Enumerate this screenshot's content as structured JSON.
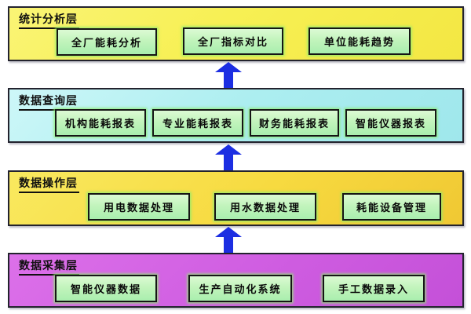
{
  "diagram": {
    "layers": [
      {
        "title": "统计分析层",
        "color": "#f7f054",
        "boxes": [
          "全厂能耗分析",
          "全厂指标对比",
          "单位能耗趋势"
        ]
      },
      {
        "title": "数据查询层",
        "color": "#aceef0",
        "boxes": [
          "机构能耗报表",
          "专业能耗报表",
          "财务能耗报表",
          "智能仪器报表"
        ]
      },
      {
        "title": "数据操作层",
        "color": "#f7da40",
        "boxes": [
          "用电数据处理",
          "用水数据处理",
          "耗能设备管理"
        ]
      },
      {
        "title": "数据采集层",
        "color": "#cf5de1",
        "boxes": [
          "智能仪器数据",
          "生产自动化系统",
          "手工数据录入"
        ]
      }
    ],
    "module_fill_color": "#c2f4bc",
    "arrow_color": "#1c2ee2"
  }
}
